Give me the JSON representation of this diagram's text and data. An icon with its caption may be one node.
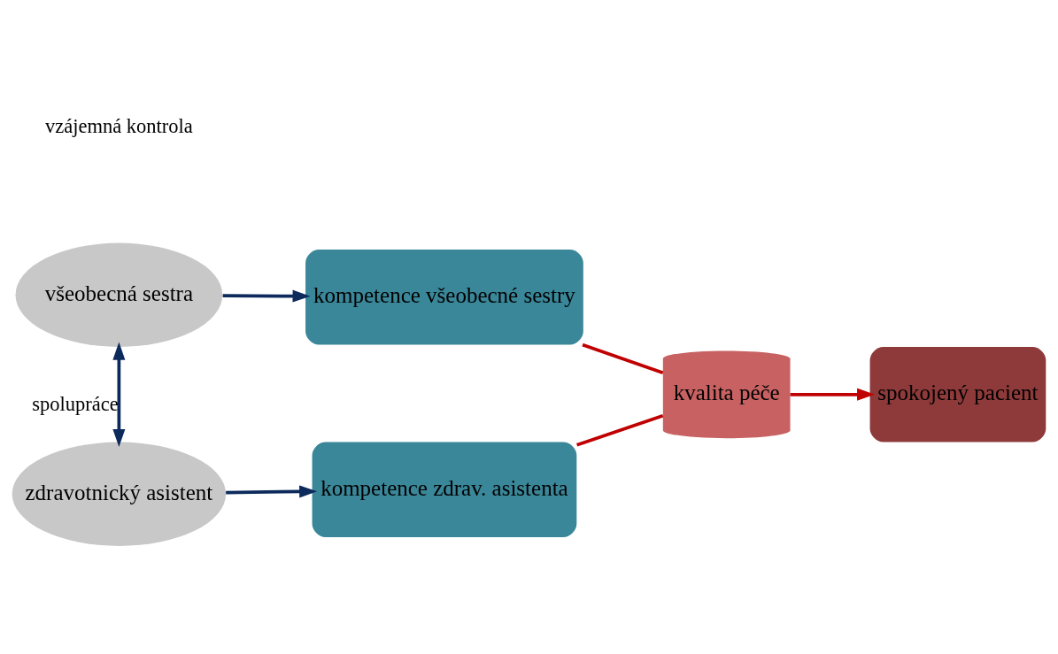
{
  "diagram": {
    "nodes": [
      {
        "text": [
          "všeobecná sestra"
        ]
      },
      {
        "text": [
          "kompetence všeobecné sestry"
        ]
      },
      {
        "text": [
          "kvalita péče"
        ]
      },
      {
        "text": [
          "spokojený pacient"
        ]
      },
      {
        "text": [
          "kompetence zdrav. asistenta"
        ]
      },
      {
        "text": [
          "zdravotnický asistent"
        ]
      }
    ],
    "edges": [
      {
        "from": 0,
        "to": 1,
        "arrow": "to",
        "color": "#0d2a5c"
      },
      {
        "from": 0,
        "to": 5,
        "arrow": "both",
        "label": "spolupráce",
        "color": "#0d2a5c"
      },
      {
        "from": 5,
        "to": 4,
        "arrow": "to",
        "color": "#0d2a5c"
      },
      {
        "from": 1,
        "to": 2,
        "arrow": "none",
        "color": "#c00000"
      },
      {
        "from": 4,
        "to": 2,
        "arrow": "none",
        "color": "#c00000"
      },
      {
        "from": 2,
        "to": 3,
        "arrow": "to",
        "color": "#c00000"
      }
    ],
    "labels": [
      "vzájemná kontrola"
    ]
  }
}
